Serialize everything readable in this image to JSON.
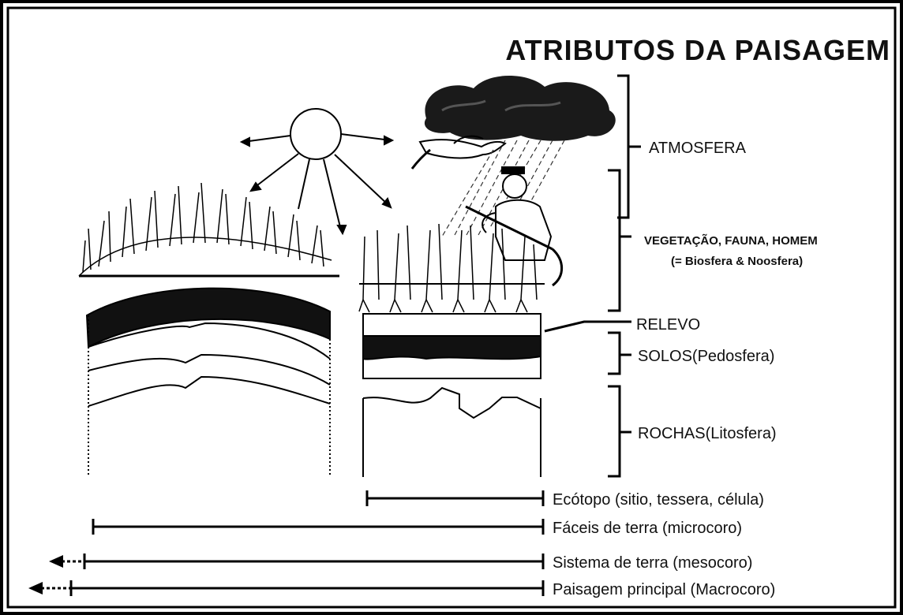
{
  "title": "ATRIBUTOS DA PAISAGEM",
  "labels": {
    "atmosfera": "ATMOSFERA",
    "vegetacao": "VEGETAÇÃO, FAUNA, HOMEM",
    "biosfera": "(= Biosfera & Noosfera)",
    "relevo": "RELEVO",
    "solos": "SOLOS(Pedosfera)",
    "rochas": "ROCHAS(Litosfera)"
  },
  "scales": [
    "Ecótopo (sitio, tessera, célula)",
    "Fáceis de terra (microcoro)",
    "Sistema de terra (mesocoro)",
    "Paisagem principal (Macrocoro)"
  ]
}
